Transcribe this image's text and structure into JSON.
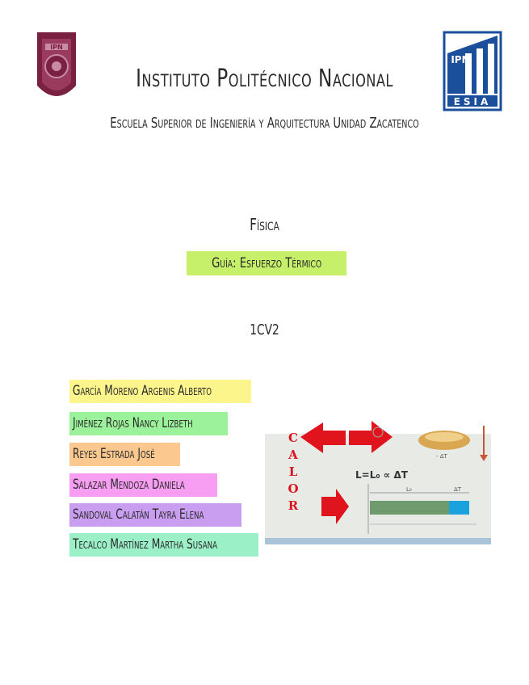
{
  "header": {
    "title": "Instituto Politécnico Nacional",
    "subtitle": "Escuela Superior de Ingeniería y Arquitectura Unidad Zacatenco",
    "logo_left_text": "IPN",
    "logo_right_top": "IPN",
    "logo_right_bottom": "ESIA"
  },
  "cover": {
    "subject": "Física",
    "guide": "Guía: Esfuerzo Térmico",
    "group": "1CV2"
  },
  "members": [
    {
      "name": "García Moreno Argenis Alberto",
      "color": "#fbf58c"
    },
    {
      "name": "Jiménez Rojas Nancy Lizbeth",
      "color": "#9cf29a"
    },
    {
      "name": "Reyes Estrada José",
      "color": "#fbc98f"
    },
    {
      "name": "Salazar Mendoza Daniela",
      "color": "#f79df2"
    },
    {
      "name": "Sandoval Calatán Tayra Elena",
      "color": "#c99ef0"
    },
    {
      "name": "Tecalco Martínez Martha Susana",
      "color": "#9cf0c8"
    }
  ],
  "figure": {
    "calor_letters": [
      "C",
      "A",
      "L",
      "O",
      "R"
    ],
    "formula": "L=L₀ ∝ ΔT",
    "label_delta_t": "- ΔT",
    "label_l0": "L₀",
    "label_dt": "ΔT"
  },
  "colors": {
    "guide_highlight": "#c6ef6a",
    "arrow_red": "#e0141c",
    "ipn_guinda": "#7a2040",
    "esia_blue": "#1b4f9c"
  }
}
